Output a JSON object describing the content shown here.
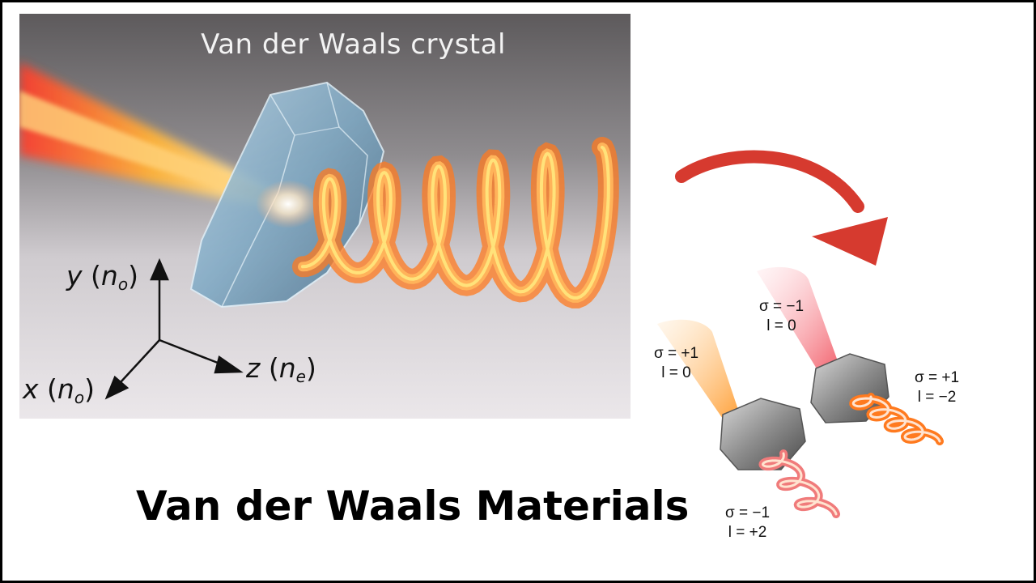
{
  "hero": {
    "title": "Van der Waals crystal",
    "axes": {
      "y": {
        "var": "y",
        "sub": "o"
      },
      "z": {
        "var": "z",
        "sub": "e"
      },
      "x": {
        "var": "x",
        "sub": "o"
      }
    }
  },
  "main_title": "Van der Waals Materials",
  "states": {
    "left_input": {
      "sigma": "σ = +1",
      "l": "l = 0"
    },
    "right_input": {
      "sigma": "σ = −1",
      "l": "l = 0"
    },
    "right_output": {
      "sigma": "σ = +1",
      "l": "l = −2"
    },
    "left_output": {
      "sigma": "σ = −1",
      "l": "l = +2"
    }
  },
  "colors": {
    "arrow": "#d63a2f",
    "beam_orange": "#ff7a1f",
    "beam_glow": "#ffe27a",
    "pink": "#f07b7b",
    "frame": "#000000"
  }
}
